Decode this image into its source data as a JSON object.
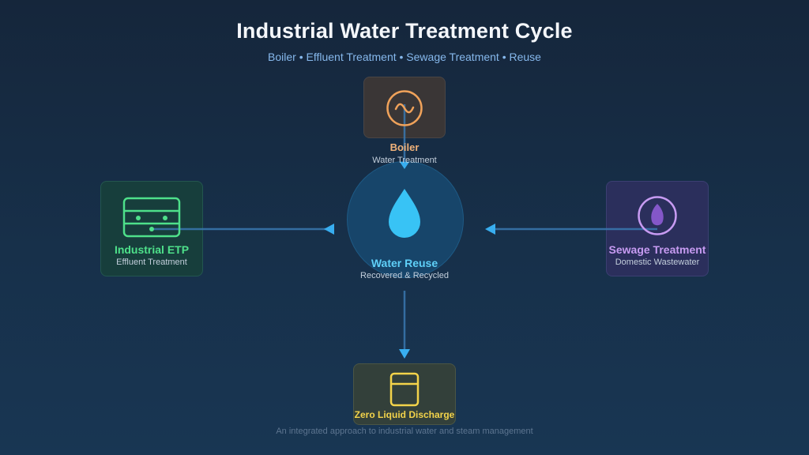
{
  "header": {
    "title": "Industrial Water Treatment Cycle",
    "subtitle": "Boiler • Effluent Treatment • Sewage Treatment • Reuse"
  },
  "nodes": {
    "boiler": {
      "title": "Boiler",
      "subtitle": "Water Treatment",
      "color": "#f0a25a",
      "icon": "sine-wave-icon"
    },
    "etp": {
      "title": "Industrial ETP",
      "subtitle": "Effluent Treatment",
      "color": "#4ee08a",
      "icon": "filter-tank-icon"
    },
    "sewage": {
      "title": "Sewage Treatment",
      "subtitle": "Domestic Wastewater",
      "color": "#c79bf2",
      "icon": "leaf-icon"
    },
    "reuse": {
      "title": "Water Reuse",
      "subtitle": "Recovered & Recycled",
      "color": "#38c3f5",
      "icon": "water-drop-icon"
    },
    "zld": {
      "title": "Zero Liquid Discharge",
      "color": "#f3d34a",
      "icon": "container-icon"
    }
  },
  "footer": {
    "text": "An integrated approach to industrial water and steam management"
  }
}
